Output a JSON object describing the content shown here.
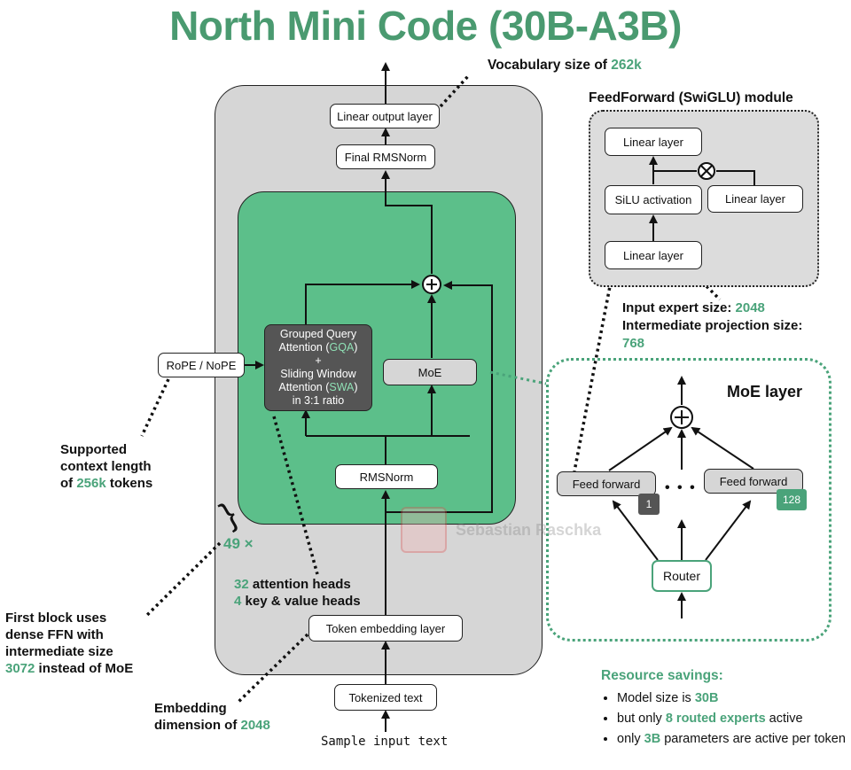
{
  "title": "North Mini Code (30B-A3B)",
  "vocab": {
    "prefix": "Vocabulary size of ",
    "value": "262k"
  },
  "blocks": {
    "linear_output": "Linear output layer",
    "final_norm": "Final RMSNorm",
    "rope": "RoPE / NoPE",
    "attn_line1": "Grouped Query",
    "attn_line2a": "Attention (",
    "attn_gqa": "GQA",
    "attn_line2b": ")",
    "attn_plus": "+",
    "attn_line3": "Sliding Window",
    "attn_line4a": "Attention (",
    "attn_swa": "SWA",
    "attn_line4b": ")",
    "attn_line5": "in 3:1 ratio",
    "moe": "MoE",
    "rmsnorm": "RMSNorm",
    "token_embedding": "Token embedding layer",
    "tokenized_text": "Tokenized text",
    "sample_input": "Sample input text"
  },
  "repeat": {
    "brace": "}",
    "count": "49",
    "symbol": "×"
  },
  "annotations": {
    "context_l1": "Supported",
    "context_l2": "context length",
    "context_l3a": "of ",
    "context_val": "256k",
    "context_l3b": " tokens",
    "heads_val1": "32",
    "heads_l1": " attention heads",
    "heads_val2": "4",
    "heads_l2": " key & value heads",
    "dense_l1": "First block uses",
    "dense_l2": "dense FFN with",
    "dense_l3": "intermediate size",
    "dense_val": "3072",
    "dense_l4": " instead of MoE",
    "embed_l1": "Embedding",
    "embed_l2a": "dimension of ",
    "embed_val": "2048"
  },
  "ffn": {
    "title": "FeedForward (SwiGLU) module",
    "linear_top": "Linear layer",
    "silu": "SiLU activation",
    "linear_right": "Linear layer",
    "linear_bottom": "Linear layer",
    "multiply": "×",
    "input_size_label": "Input expert size: ",
    "input_size_val": "2048",
    "intermediate_label": "Intermediate projection size:",
    "intermediate_val": "768"
  },
  "moe_layer": {
    "title": "MoE layer",
    "ff_left": "Feed forward",
    "ff_right": "Feed forward",
    "badge_left": "1",
    "badge_right": "128",
    "dots": "• • •",
    "router": "Router",
    "plus": "+"
  },
  "watermark": "Sebastian Raschka",
  "resources": {
    "heading": "Resource savings:",
    "b1a": "Model size is ",
    "b1v": "30B",
    "b2a": "but only ",
    "b2v": "8 routed experts",
    "b2b": " active",
    "b3a": "only ",
    "b3v": "3B",
    "b3b": " parameters are active per token"
  },
  "colors": {
    "accent": "#4aa37a",
    "green_panel": "#5cbf8a",
    "gray_panel": "#d6d6d6",
    "dark_box": "#555555"
  }
}
